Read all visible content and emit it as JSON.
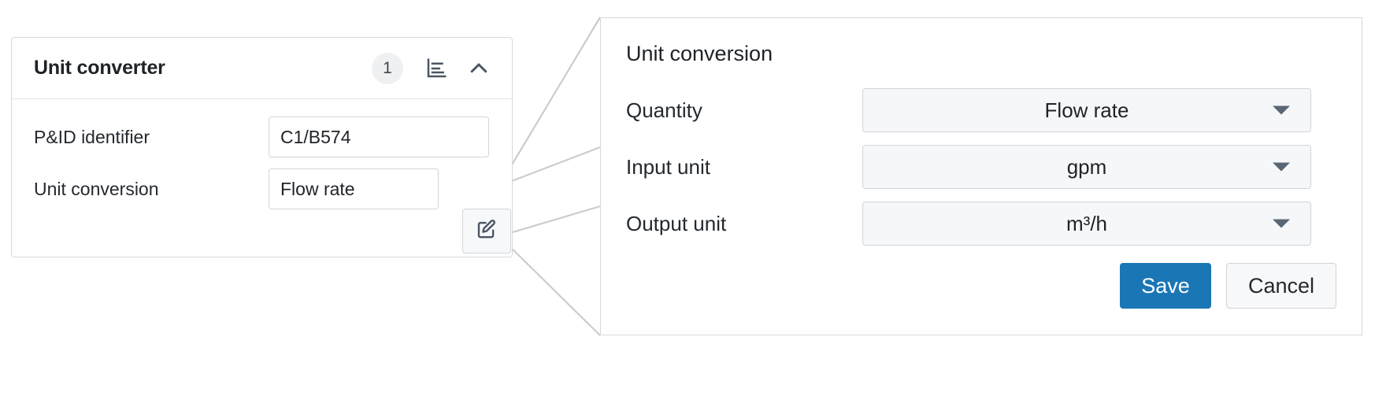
{
  "card": {
    "title": "Unit converter",
    "badge_count": "1",
    "icons": [
      {
        "name": "bar-chart-icon"
      },
      {
        "name": "chevron-up-icon"
      }
    ],
    "fields": [
      {
        "label": "P&ID identifier",
        "value": "C1/B574"
      },
      {
        "label": "Unit conversion",
        "value": "Flow rate"
      }
    ],
    "edit_icon": "edit-pencil-icon"
  },
  "panel": {
    "title": "Unit conversion",
    "rows": [
      {
        "label": "Quantity",
        "value": "Flow rate",
        "caret": "chevron-down-icon"
      },
      {
        "label": "Input unit",
        "value": "gpm",
        "caret": "chevron-down-icon"
      },
      {
        "label": "Output unit",
        "value": "m³/h",
        "caret": "chevron-down-icon"
      }
    ],
    "save_label": "Save",
    "cancel_label": "Cancel"
  },
  "colors": {
    "primary": "#1b76b5",
    "panel_border": "#d6d9dc",
    "field_bg": "#f5f7f8",
    "text": "#1f2328",
    "icon": "#4b5563",
    "connector": "#c9ccd0"
  }
}
